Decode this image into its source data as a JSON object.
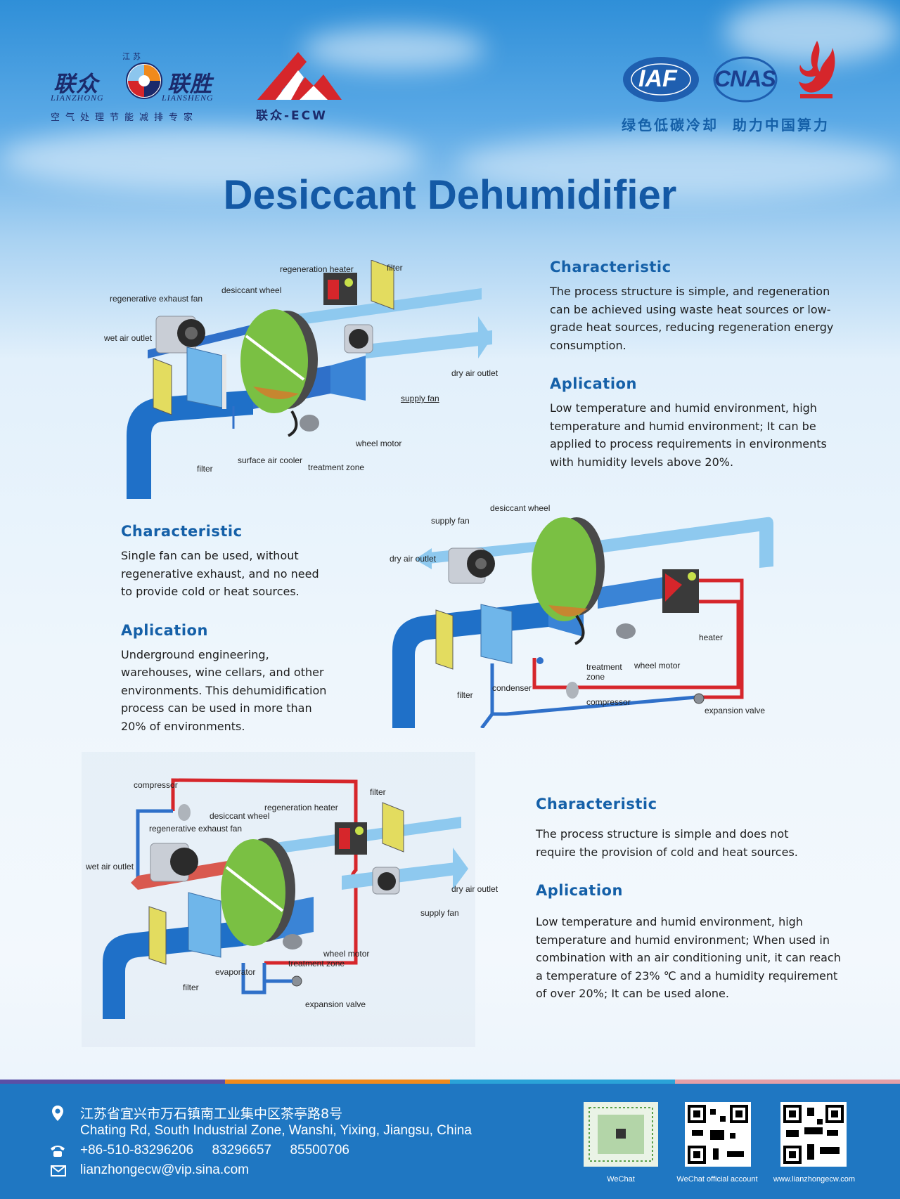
{
  "header": {
    "brand_small": "江苏",
    "brand_left_cn": "联众",
    "brand_right_cn": "联胜",
    "brand_left_en": "LIANZHONG",
    "brand_right_en": "LIANSHENG",
    "brand_slogan": "空气处理节能减排专家",
    "ecw_logo_text": "联众-ECW",
    "iaf_text": "IAF",
    "cnas_text": "CNAS",
    "tagline": "绿色低碳冷却  助力中国算力",
    "colors": {
      "brand_blue": "#1b2a6b",
      "ecw_red": "#d6262b",
      "tagline_blue": "#1560a8"
    }
  },
  "title": "Desiccant Dehumidifier",
  "sections": [
    {
      "characteristic_heading": "Characteristic",
      "characteristic_text": "The process structure is simple, and regeneration can be achieved using waste heat sources or low-grade heat sources, reducing regeneration energy consumption.",
      "application_heading": "Aplication",
      "application_text": "Low temperature and humid environment, high temperature and humid environment; It can be applied to process requirements in environments with humidity levels above 20%."
    },
    {
      "characteristic_heading": "Characteristic",
      "characteristic_text": "Single fan can be used, without regenerative exhaust, and no need to provide cold or heat sources.",
      "application_heading": "Aplication",
      "application_text": "Underground engineering, warehouses, wine cellars, and other environments. This dehumidification process can be used in more than 20% of environments."
    },
    {
      "characteristic_heading": "Characteristic",
      "characteristic_text": "The process structure is simple and does not require the provision of cold and heat sources.",
      "application_heading": "Aplication",
      "application_text": "Low temperature and humid environment, high temperature and humid environment; When used in combination with an air conditioning unit, it can reach a temperature of 23% ℃ and a humidity requirement of over 20%; It can be used alone."
    }
  ],
  "diagram1": {
    "labels": {
      "regeneration_heater": "regeneration heater",
      "filter_top": "filter",
      "desiccant_wheel": "desiccant wheel",
      "regenerative_exhaust_fan": "regenerative exhaust fan",
      "wet_air_outlet": "wet air outlet",
      "dry_air_outlet": "dry air outlet",
      "supply_fan": "supply fan",
      "wheel_motor": "wheel motor",
      "filter_bottom": "filter",
      "surface_air_cooler": "surface air cooler",
      "treatment_zone": "treatment zone"
    }
  },
  "diagram2": {
    "labels": {
      "desiccant_wheel": "desiccant wheel",
      "supply_fan": "supply fan",
      "dry_air_outlet": "dry air outlet",
      "heater": "heater",
      "treatment_zone": "treatment zone",
      "wheel_motor": "wheel motor",
      "filter": "filter",
      "condenser": "condenser",
      "compressor": "compressor",
      "expansion_valve": "expansion valve"
    }
  },
  "diagram3": {
    "labels": {
      "compressor": "compressor",
      "filter_top": "filter",
      "regeneration_heater": "regeneration heater",
      "desiccant_wheel": "desiccant wheel",
      "regenerative_exhaust_fan": "regenerative exhaust fan",
      "wet_air_outlet": "wet air outlet",
      "dry_air_outlet": "dry air outlet",
      "supply_fan": "supply fan",
      "wheel_motor": "wheel motor",
      "treatment_zone": "treatment zone",
      "evaporator": "evaporator",
      "filter_bottom": "filter",
      "expansion_valve": "expansion valve"
    }
  },
  "footer": {
    "address_cn": "江苏省宜兴市万石镇南工业集中区茶亭路8号",
    "address_en": "Chating Rd, South Industrial Zone, Wanshi, Yixing, Jiangsu, China",
    "phones": "+86-510-83296206     83296657     85500706",
    "email": "lianzhongecw@vip.sina.com",
    "qr_captions": [
      "WeChat",
      "WeChat official account",
      "www.lianzhongecw.com"
    ],
    "icons": [
      "location-pin-icon",
      "telephone-icon",
      "envelope-icon"
    ],
    "colors": {
      "footer_bg": "#1f77c2",
      "strip": [
        "#5b4fa6",
        "#f08a1c",
        "#2aa3d8",
        "#e4a0a8"
      ]
    }
  }
}
